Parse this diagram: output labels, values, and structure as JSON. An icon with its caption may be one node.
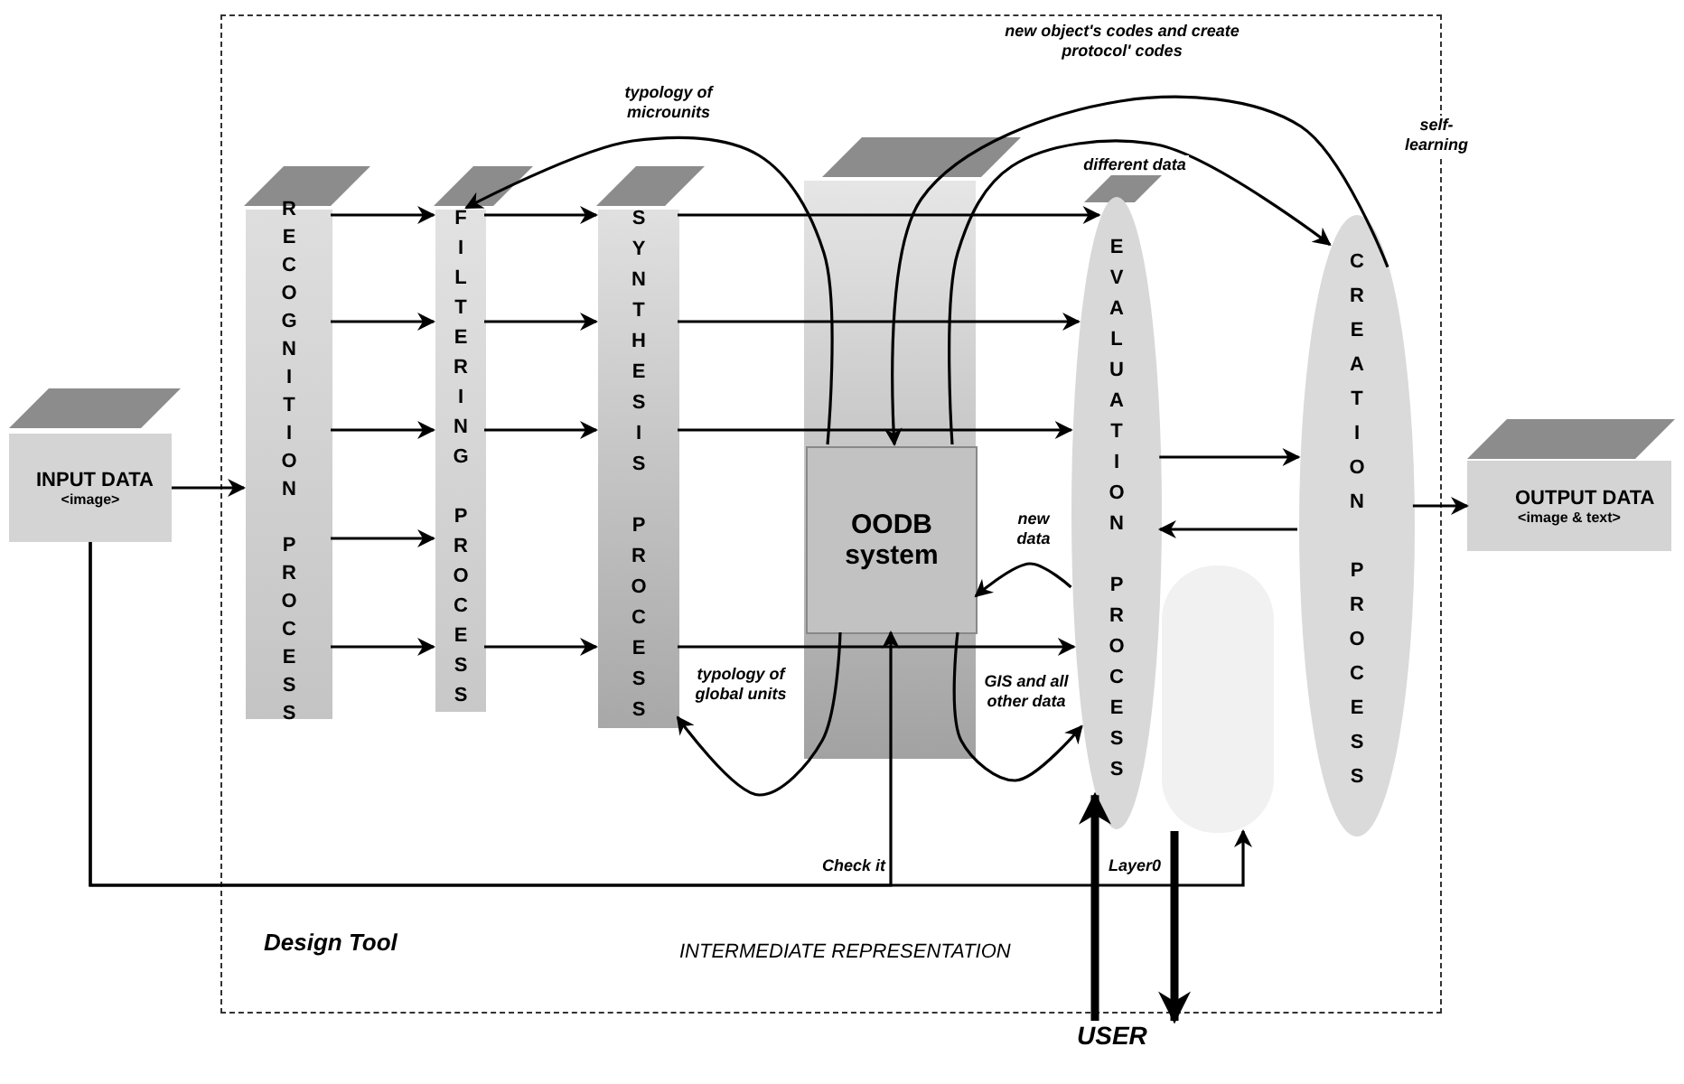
{
  "diagram": {
    "nodes": [
      {
        "text": [
          "Design Tool",
          "INTERMEDIATE REPRESENTATION"
        ]
      },
      {
        "text": [
          "INPUT DATA",
          "<image>"
        ]
      },
      {
        "text": [
          "RECOGNITION PROCESS"
        ],
        "in": 0
      },
      {
        "text": [
          "FILTERING PROCESS"
        ],
        "in": 0
      },
      {
        "text": [
          "SYNTHESIS PROCESS"
        ],
        "in": 0
      },
      {
        "text": [
          "OODB system"
        ],
        "in": 0
      },
      {
        "text": [
          "EVALUATION PROCESS"
        ],
        "in": 0
      },
      {
        "text": [],
        "shape": "bar",
        "in": 0
      },
      {
        "text": [
          "CREATION PROCESS"
        ],
        "in": 0
      },
      {
        "text": [
          "OUTPUT DATA",
          "<image & text>"
        ]
      },
      {
        "text": [
          "USER"
        ]
      }
    ],
    "edges": [
      {
        "from": 1,
        "to": 2,
        "arrow": "to"
      },
      {
        "from": 2,
        "to": 3,
        "arrow": "to"
      },
      {
        "from": 2,
        "to": 3,
        "arrow": "to"
      },
      {
        "from": 2,
        "to": 3,
        "arrow": "to"
      },
      {
        "from": 2,
        "to": 3,
        "arrow": "to"
      },
      {
        "from": 2,
        "to": 3,
        "arrow": "to"
      },
      {
        "from": 3,
        "to": 4,
        "arrow": "to"
      },
      {
        "from": 3,
        "to": 4,
        "arrow": "to"
      },
      {
        "from": 3,
        "to": 4,
        "arrow": "to"
      },
      {
        "from": 3,
        "to": 4,
        "arrow": "to"
      },
      {
        "from": 4,
        "to": 6,
        "arrow": "to"
      },
      {
        "from": 4,
        "to": 6,
        "arrow": "to"
      },
      {
        "from": 4,
        "to": 6,
        "arrow": "to"
      },
      {
        "from": 4,
        "to": 6,
        "arrow": "to"
      },
      {
        "from": 6,
        "to": 8,
        "arrow": "to"
      },
      {
        "from": 8,
        "to": 6,
        "arrow": "to"
      },
      {
        "from": 8,
        "to": 9,
        "arrow": "to"
      },
      {
        "from": 5,
        "to": 3,
        "arrow": "to",
        "label": "typology of microunits"
      },
      {
        "from": 5,
        "to": 8,
        "arrow": "to",
        "label": "different data"
      },
      {
        "from": 8,
        "to": 5,
        "arrow": "to",
        "label": "new object's codes and create protocol' codes"
      },
      {
        "from": 6,
        "to": 5,
        "arrow": "to",
        "label": "new data"
      },
      {
        "from": 5,
        "to": 4,
        "arrow": "to",
        "label": "typology of global units"
      },
      {
        "from": 5,
        "to": 6,
        "arrow": "to",
        "label": "GIS and all other data"
      },
      {
        "from": 1,
        "to": 5,
        "arrow": "to",
        "label": "Check it"
      },
      {
        "from": 1,
        "to": 7,
        "arrow": "to",
        "label": "Layer0"
      },
      {
        "from": 10,
        "to": 6,
        "arrow": "to",
        "style": "thick"
      },
      {
        "from": 7,
        "to": 10,
        "arrow": "to",
        "style": "thick"
      }
    ],
    "labels": [
      "self-learning"
    ]
  }
}
